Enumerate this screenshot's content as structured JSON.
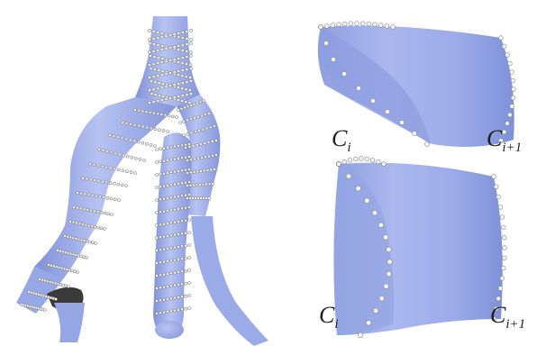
{
  "colors": {
    "vessel": "#9eaee8",
    "vessel_shade": "#7d8fd6",
    "vessel_light": "#c6d0f6",
    "dark_segment": "#3a3a3a",
    "contour_point": "#f4f4f4",
    "contour_stroke": "#8a8a8a",
    "background": "#ffffff"
  },
  "labels": {
    "top_left": {
      "main": "C",
      "sub": "i"
    },
    "top_right": {
      "main": "C",
      "sub": "i+1"
    },
    "bottom_left": {
      "main": "C",
      "sub": "i"
    },
    "bottom_right": {
      "main": "C",
      "sub": "i+1"
    }
  }
}
